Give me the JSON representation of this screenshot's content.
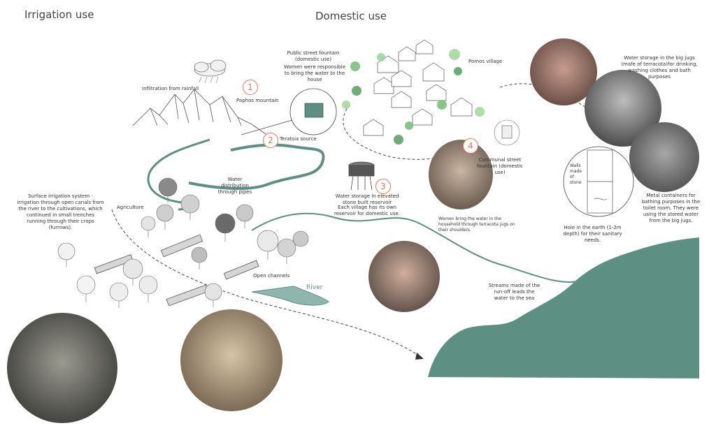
{
  "headings": {
    "irrigation": "Irrigation use",
    "domestic": "Domestic use"
  },
  "steps": {
    "s1": "1",
    "s2": "2",
    "s3": "3",
    "s4": "4"
  },
  "labels": {
    "public_fountain": "Public street fountain (domestic use)",
    "women_responsible": "Women were responsible to bring the water to the house",
    "infiltration": "Infiltration from rainfall",
    "paphos": "Paphos mountain",
    "teratsia": "Teratsia source",
    "pomos": "Pomos village",
    "distribution": "Water distribution through pipes",
    "storage_reservoir": "Water storage in elevated stone built reservoir",
    "each_village": "Each village has its own reservoir for domestic use.",
    "communal_fountain": "Communal street fountain (domestic use)",
    "women_bring": "Women bring the water in the household through terracota jugs on their shoulders.",
    "surface_irrigation": "Surface irrigation system - irrigation through open canals from the river to the cultivations, which continued in small trenches running through their crops (furrows).",
    "agriculture": "Agriculture",
    "open_channels": "Open channels",
    "river": "River",
    "streams": "Streams made of the run-off leads the water to the sea",
    "jugs": "Water storage in the big jugs (mafe of terracota)for drinking, washing clothes and bath purposes",
    "walls": "Walls made of stone",
    "hole": "Hole in the earth (1-2m depth) for their sanitary needs.",
    "metal": "Metal containers for bathing purposes in the toilet room. They were using the stored water from the big jugs."
  },
  "colors": {
    "teal": "#5e8f83",
    "accent": "#e8765a",
    "line": "#555555"
  }
}
